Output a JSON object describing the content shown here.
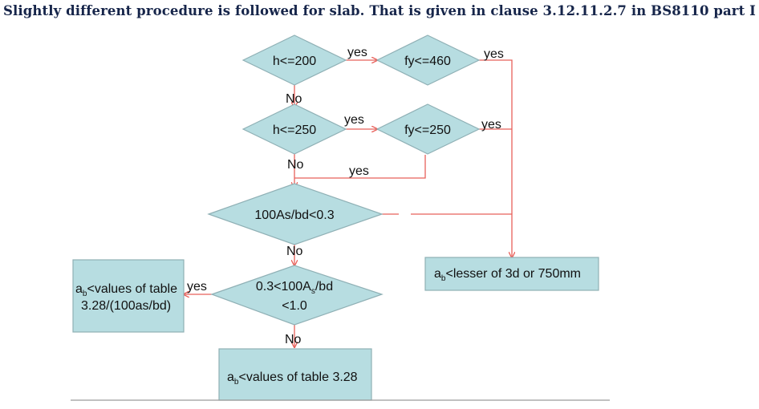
{
  "header": {
    "title": "Slightly different procedure is followed for slab. That is given in clause 3.12.11.2.7 in BS8110 part I"
  },
  "nodes": {
    "d1": "h<=200",
    "d2": "fy<=460",
    "d3": "h<=250",
    "d4": "fy<=250",
    "d5": "100As/bd<0.3",
    "d6_line1": "0.3<100A",
    "d6_sub": "s",
    "d6_tail": "/bd",
    "d6_line2": "<1.0",
    "b_right_a": "a",
    "b_right_sub": "b",
    "b_right_text": "<lesser of 3d or 750mm",
    "b_left_a": "a",
    "b_left_sub": "b",
    "b_left_text1": "<values of table",
    "b_left_text2": "3.28/(100as/bd)",
    "b_bottom_a": "a",
    "b_bottom_sub": "b",
    "b_bottom_text": "<values of table 3.28"
  },
  "edges": {
    "yes1": "yes",
    "yes2": "yes",
    "no1": "No",
    "yes3": "yes",
    "yes4": "yes",
    "no2": "No",
    "yes5": "yes",
    "no3": "No",
    "yes6": "yes",
    "no4": "No"
  }
}
